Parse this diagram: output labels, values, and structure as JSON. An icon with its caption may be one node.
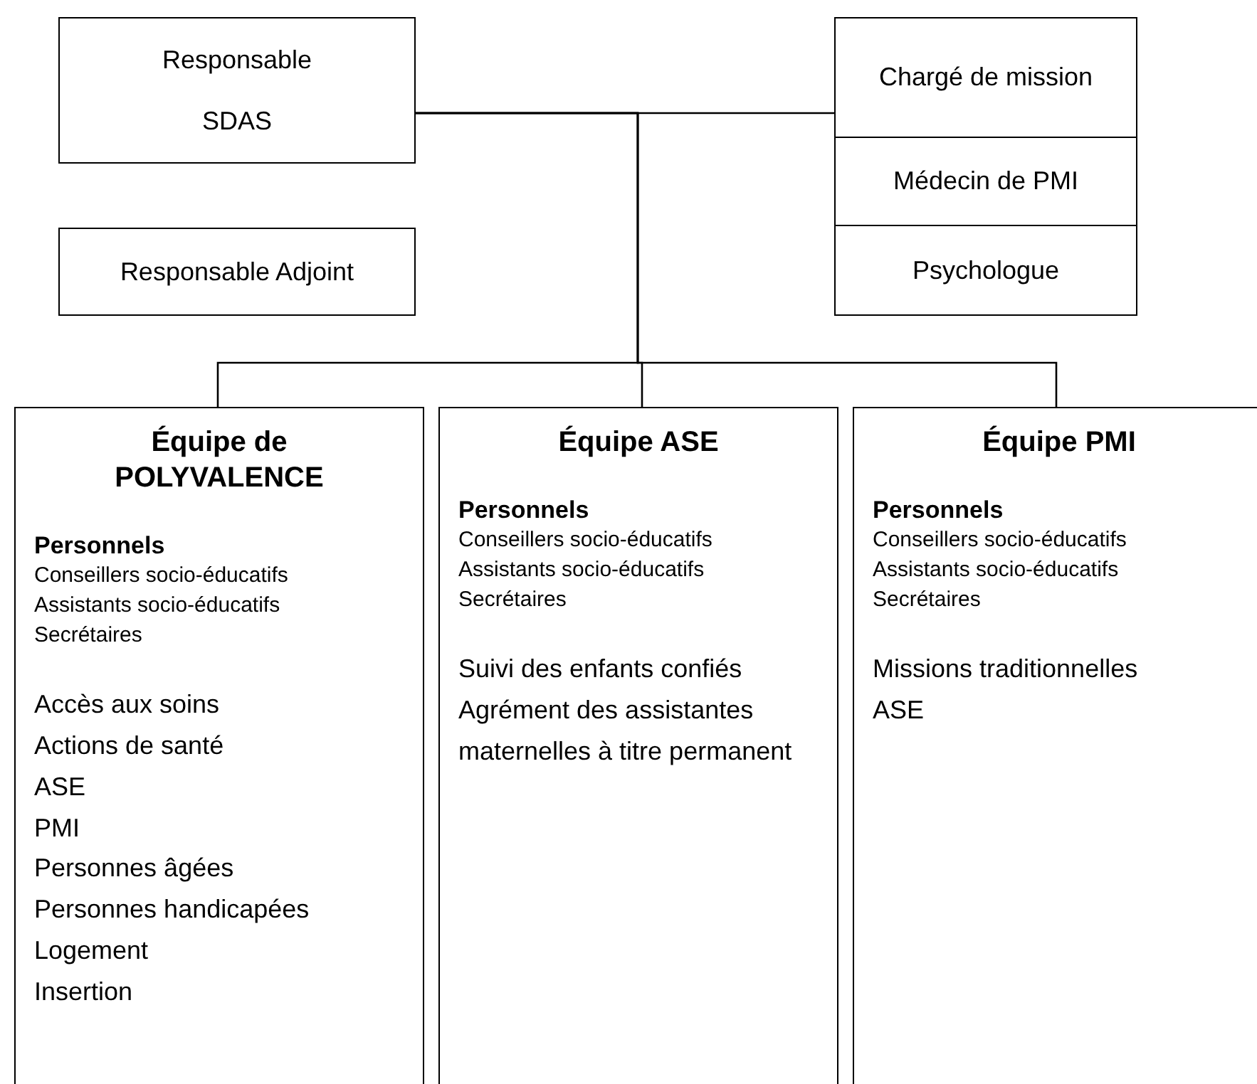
{
  "diagram": {
    "nodes": [
      {
        "text": [
          "Responsable",
          "SDAS"
        ]
      },
      {
        "text": [
          "Responsable Adjoint"
        ]
      },
      {
        "text": [
          "Chargé de mission"
        ]
      },
      {
        "text": [
          "Médecin de PMI"
        ]
      },
      {
        "text": [
          "Psychologue"
        ]
      },
      {
        "text": [
          "Équipe de POLYVALENCE",
          "Personnels",
          "Conseillers socio-éducatifs",
          "Assistants socio-éducatifs",
          "Secrétaires",
          "Accès aux soins",
          "Actions de santé",
          "ASE",
          "PMI",
          "Personnes âgées",
          "Personnes handicapées",
          "Logement",
          "Insertion"
        ]
      },
      {
        "text": [
          "Équipe ASE",
          "Personnels",
          "Conseillers socio-éducatifs",
          "Assistants socio-éducatifs",
          "Secrétaires",
          "Suivi des enfants confiés",
          "Agrément des assistantes maternelles à titre permanent"
        ]
      },
      {
        "text": [
          "Équipe PMI",
          "Personnels",
          "Conseillers socio-éducatifs",
          "Assistants socio-éducatifs",
          "Secrétaires",
          "Missions traditionnelles",
          "ASE"
        ]
      }
    ],
    "edges": [
      {
        "from": 0,
        "to": 2,
        "arrow": "none"
      },
      {
        "from": 0,
        "to": 5,
        "arrow": "none"
      },
      {
        "from": 0,
        "to": 6,
        "arrow": "none"
      },
      {
        "from": 0,
        "to": 7,
        "arrow": "none"
      }
    ]
  }
}
